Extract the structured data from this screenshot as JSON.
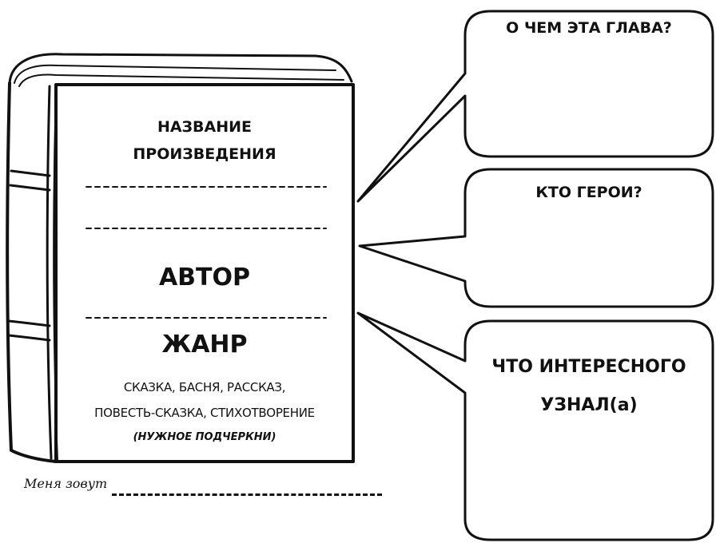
{
  "book": {
    "title_line1": "НАЗВАНИЕ",
    "title_line2": "ПРОИЗВЕДЕНИЯ",
    "author_label": "АВТОР",
    "genre_label": "ЖАНР",
    "genres_line1": "СКАЗКА, БАСНЯ, РАССКАЗ,",
    "genres_line2": "ПОВЕСТЬ-СКАЗКА, СТИХОТВОРЕНИЕ",
    "genres_hint": "(НУЖНОЕ ПОДЧЕРКНИ)"
  },
  "bubbles": [
    {
      "label": "О ЧЕМ ЭТА ГЛАВА?"
    },
    {
      "label": "КТО ГЕРОИ?"
    },
    {
      "label_line1": "ЧТО ИНТЕРЕСНОГО",
      "label_line2": "УЗНАЛ(а)"
    }
  ],
  "signature": {
    "label": "Меня зовут"
  }
}
